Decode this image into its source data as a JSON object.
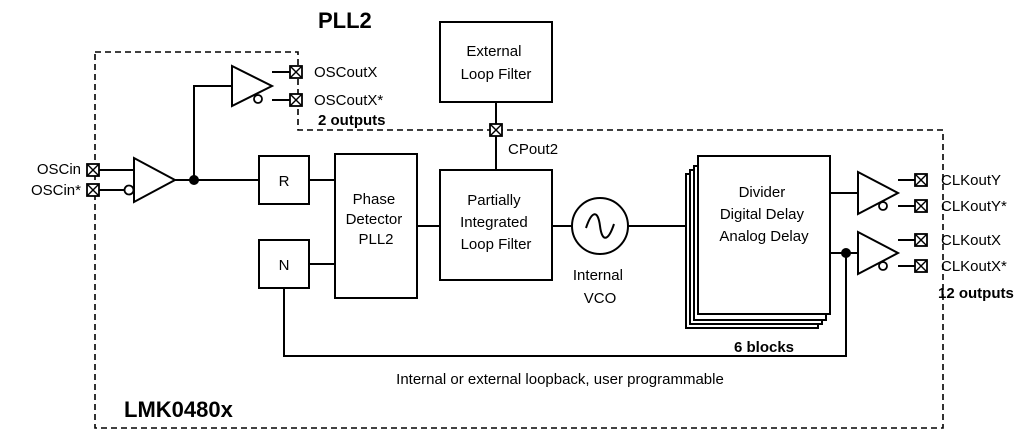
{
  "diagram": {
    "title": "PLL2",
    "device": "LMK0480x",
    "pins": {
      "oscin": "OSCin",
      "oscin_n": "OSCin*",
      "oscoutx": "OSCoutX",
      "oscoutx_n": "OSCoutX*",
      "osc_outputs": "2 outputs",
      "cpout2": "CPout2",
      "clkouty": "CLKoutY",
      "clkouty_n": "CLKoutY*",
      "clkoutx": "CLKoutX",
      "clkoutx_n": "CLKoutX*",
      "clk_outputs": "12 outputs"
    },
    "blocks": {
      "r": "R",
      "n": "N",
      "pd": [
        "Phase",
        "Detector",
        "PLL2"
      ],
      "ext_filter": [
        "External",
        "Loop Filter"
      ],
      "pil_filter": [
        "Partially",
        "Integrated",
        "Loop Filter"
      ],
      "vco": [
        "Internal",
        "VCO"
      ],
      "divider": [
        "Divider",
        "Digital Delay",
        "Analog Delay"
      ],
      "blocks_count": "6 blocks"
    },
    "loopback": "Internal or external loopback, user programmable"
  }
}
